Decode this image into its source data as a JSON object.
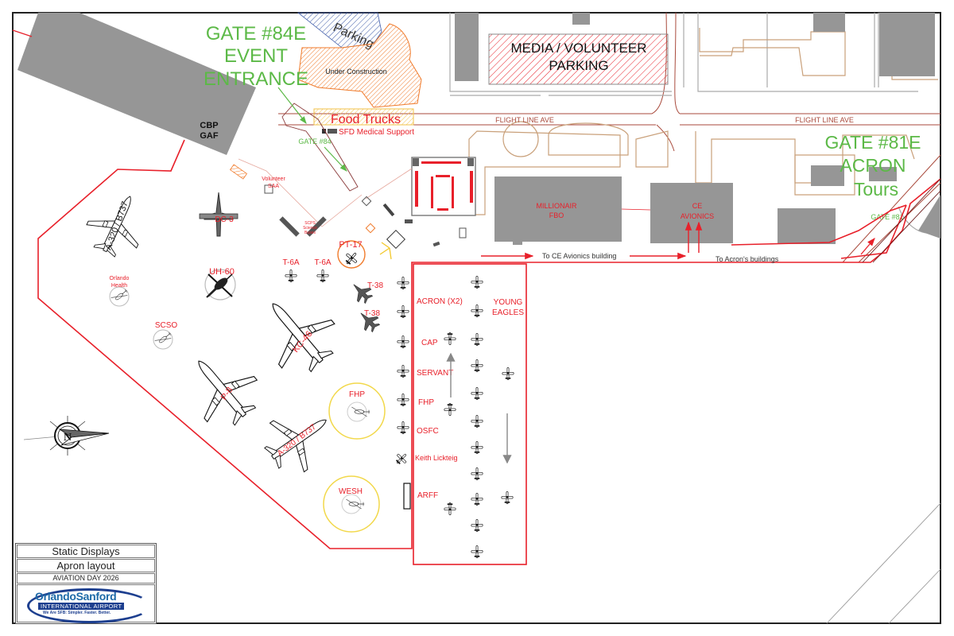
{
  "title_block": {
    "line1": "Static Displays",
    "line2": "Apron layout",
    "line3": "AVIATION DAY 2026",
    "logo_main": "OrlandoSanford",
    "logo_sub": "INTERNATIONAL AIRPORT",
    "logo_tagline": "We Are SFB: Simpler. Faster. Better."
  },
  "gates": {
    "gate84e": [
      "GATE #84E",
      "EVENT",
      "ENTRANCE"
    ],
    "gate84": "GATE #84",
    "gate81e": [
      "GATE #81E",
      "ACRON",
      "Tours"
    ],
    "gate81": "GATE #81"
  },
  "areas": {
    "parking_top": "Parking",
    "under_construction": "Under Construction",
    "media_parking": [
      "MEDIA / VOLUNTEER",
      "PARKING"
    ],
    "food_trucks": "Food Trucks",
    "sfd_medical": "SFD Medical Support",
    "cbp": [
      "CBP",
      "GAF"
    ],
    "volunteer": [
      "Volunteer",
      "SAA"
    ],
    "scps": [
      "SCPS",
      "Science",
      "Buses"
    ],
    "millionair": [
      "MILLIONAIR",
      "FBO"
    ],
    "ce_avionics": [
      "CE",
      "AVIONICS"
    ]
  },
  "roads": {
    "flight_line_1": "FLIGHT  LINE  AVE",
    "flight_line_2": "FLIGHT  LINE  AVE"
  },
  "directions": {
    "to_ce": "To CE Avionics building",
    "to_acron": "To  Acron's buildings"
  },
  "aircraft": {
    "a320_top": "A-320 / B737",
    "dc3": "DC-3",
    "uh60": "UH-60",
    "pt17": "PT-17",
    "t6a_1": "T-6A",
    "t6a_2": "T-6A",
    "t38_1": "T-38",
    "t38_2": "T-38",
    "kc46": "KC-46",
    "p8": "P-8",
    "a320_bottom": "A-320 / B737",
    "orlando_health": [
      "Orlando",
      "Health"
    ],
    "scso": "SCSO",
    "fhp_heli": "FHP",
    "wesh": "WESH"
  },
  "row_labels": [
    "ACRON (X2)",
    "CAP",
    "SERVANT",
    "FHP",
    "OSFC",
    "Keith Lickteig",
    "ARFF"
  ],
  "young_eagles": [
    "YOUNG",
    "EAGLES"
  ],
  "colors": {
    "zone_red": "#e8202a",
    "gate_green": "#5cb947",
    "building_gray": "#969696",
    "construction_orange": "#f07a2a",
    "heli_circle_yellow": "#f2d84a"
  }
}
